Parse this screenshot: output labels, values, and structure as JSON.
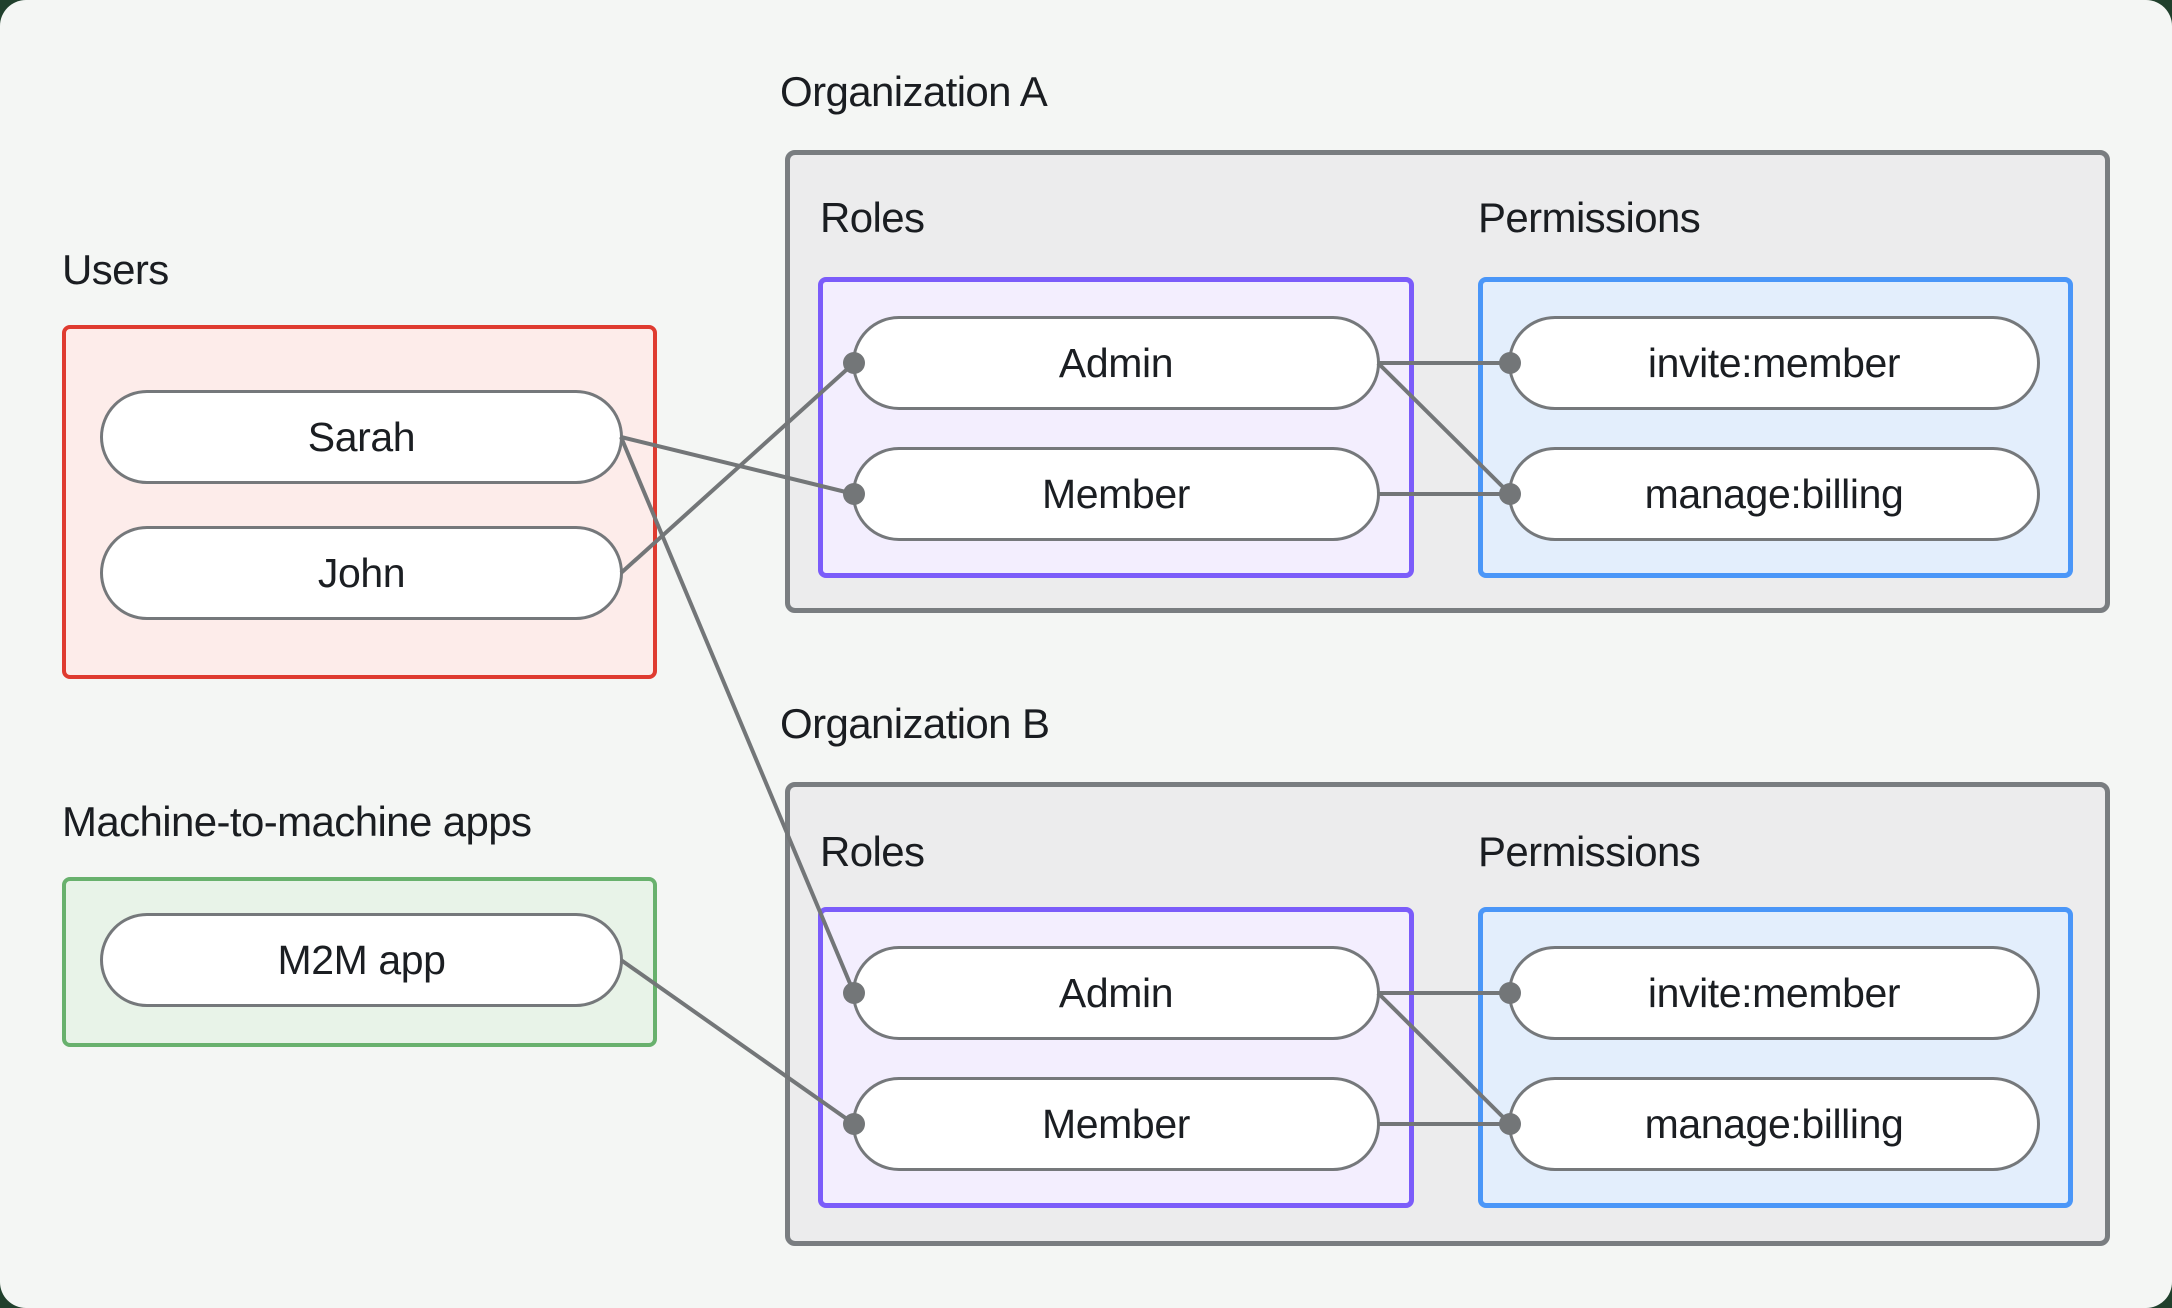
{
  "users": {
    "label": "Users",
    "items": [
      {
        "id": "sarah",
        "label": "Sarah"
      },
      {
        "id": "john",
        "label": "John"
      }
    ]
  },
  "m2m": {
    "label": "Machine-to-machine apps",
    "items": [
      {
        "id": "m2m-app",
        "label": "M2M app"
      }
    ]
  },
  "organizations": [
    {
      "id": "org-a",
      "label": "Organization A",
      "roles_label": "Roles",
      "permissions_label": "Permissions",
      "roles": [
        {
          "id": "org-a-admin",
          "label": "Admin"
        },
        {
          "id": "org-a-member",
          "label": "Member"
        }
      ],
      "permissions": [
        {
          "id": "org-a-invite",
          "label": "invite:member"
        },
        {
          "id": "org-a-manage",
          "label": "manage:billing"
        }
      ]
    },
    {
      "id": "org-b",
      "label": "Organization B",
      "roles_label": "Roles",
      "permissions_label": "Permissions",
      "roles": [
        {
          "id": "org-b-admin",
          "label": "Admin"
        },
        {
          "id": "org-b-member",
          "label": "Member"
        }
      ],
      "permissions": [
        {
          "id": "org-b-invite",
          "label": "invite:member"
        },
        {
          "id": "org-b-manage",
          "label": "manage:billing"
        }
      ]
    }
  ],
  "edges": [
    {
      "from": "sarah",
      "to": "org-a-member"
    },
    {
      "from": "john",
      "to": "org-a-admin"
    },
    {
      "from": "sarah",
      "to": "org-b-admin"
    },
    {
      "from": "m2m-app",
      "to": "org-b-member"
    },
    {
      "from": "org-a-admin",
      "to": "org-a-invite"
    },
    {
      "from": "org-a-admin",
      "to": "org-a-manage"
    },
    {
      "from": "org-a-member",
      "to": "org-a-manage"
    },
    {
      "from": "org-b-admin",
      "to": "org-b-invite"
    },
    {
      "from": "org-b-admin",
      "to": "org-b-manage"
    },
    {
      "from": "org-b-member",
      "to": "org-b-manage"
    }
  ],
  "colors": {
    "page_background": "#f4f6f4",
    "frame_background": "#20402c",
    "users_border": "#df3b30",
    "users_fill": "#fdecea",
    "m2m_border": "#68b16d",
    "m2m_fill": "#e8f3e8",
    "org_border": "#797d80",
    "org_fill": "#ececed",
    "roles_border": "#7b5cfa",
    "roles_fill": "#f3eefe",
    "permissions_border": "#4a96f8",
    "permissions_fill": "#e3eefc",
    "pill_border": "#75787b",
    "pill_fill": "#ffffff",
    "connector_line": "#737678",
    "text": "#1a1d21"
  }
}
